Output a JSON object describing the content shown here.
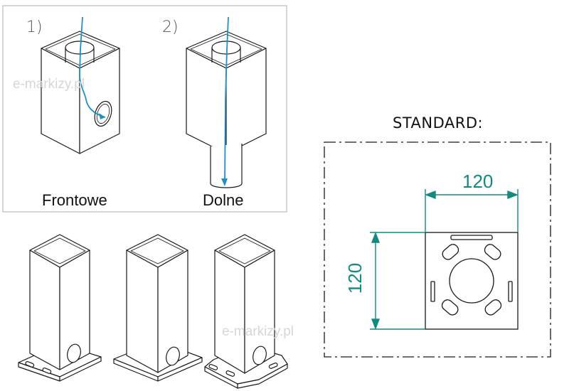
{
  "install_panel": {
    "step1_label": "1)",
    "step2_label": "2)",
    "frontal_caption": "Frontowe",
    "bottom_caption": "Dolne",
    "watermark": "e-markizy.pl"
  },
  "post_row": {
    "watermark": "e-markizy.pl"
  },
  "standard_drawing": {
    "title": "STANDARD:",
    "width_dim": "120",
    "height_dim": "120"
  },
  "colors": {
    "line": "#1a1a1a",
    "pipe_blue": "#1f8fc4",
    "dimension_green": "#138a7f",
    "panel_border": "#b9b9b9",
    "watermark": "#d6d6d6"
  }
}
